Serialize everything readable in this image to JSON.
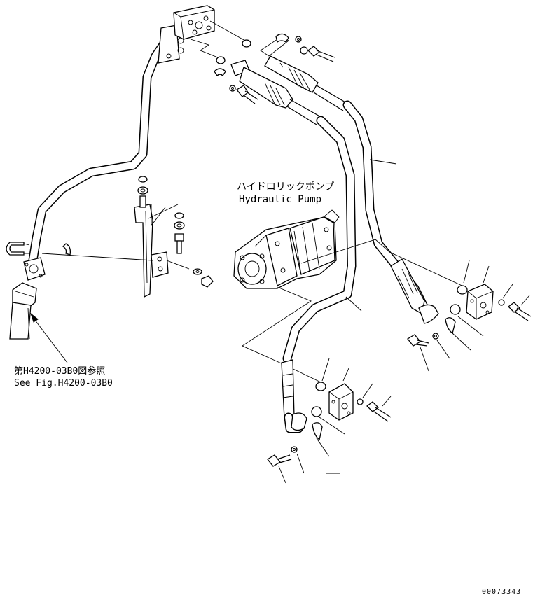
{
  "labels": {
    "pump_jp": "ハイドロリックポンプ",
    "pump_en": "Hydraulic Pump",
    "ref_jp": "第H4200-03B0図参照",
    "ref_en": "See Fig.H4200-03B0",
    "drawing_no": "00073343"
  }
}
